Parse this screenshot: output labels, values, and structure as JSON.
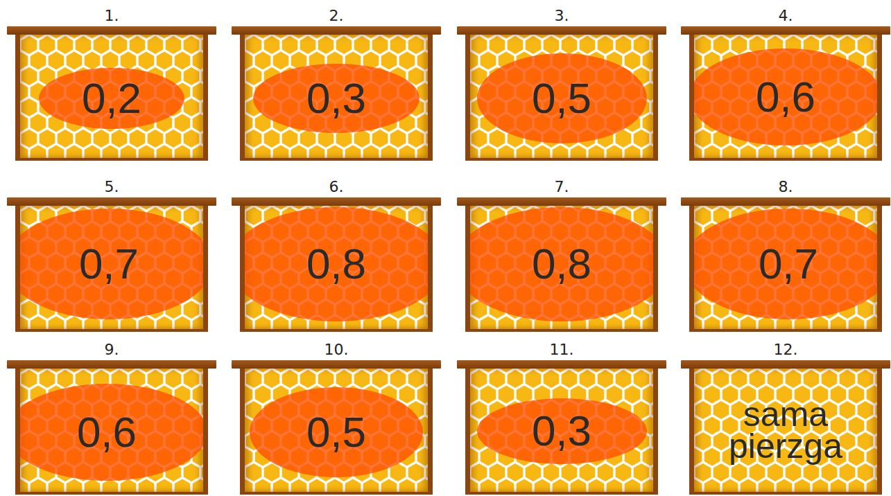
{
  "diagram": {
    "nodes": [
      {
        "text": [
          "1."
        ]
      },
      {
        "text": [
          "0,2"
        ],
        "in": 0
      },
      {
        "text": [
          "2."
        ]
      },
      {
        "text": [
          "0,3"
        ],
        "in": 2
      },
      {
        "text": [
          "3."
        ]
      },
      {
        "text": [
          "0,5"
        ],
        "in": 4
      },
      {
        "text": [
          "4."
        ]
      },
      {
        "text": [
          "0,6"
        ],
        "in": 6
      },
      {
        "text": [
          "5."
        ]
      },
      {
        "text": [
          "0,7"
        ],
        "in": 8
      },
      {
        "text": [
          "6."
        ]
      },
      {
        "text": [
          "0,8"
        ],
        "in": 10
      },
      {
        "text": [
          "7."
        ]
      },
      {
        "text": [
          "0,8"
        ],
        "in": 12
      },
      {
        "text": [
          "8."
        ]
      },
      {
        "text": [
          "0,7"
        ],
        "in": 14
      },
      {
        "text": [
          "9."
        ]
      },
      {
        "text": [
          "0,6"
        ],
        "in": 16
      },
      {
        "text": [
          "10."
        ]
      },
      {
        "text": [
          "0,5"
        ],
        "in": 18
      },
      {
        "text": [
          "11."
        ]
      },
      {
        "text": [
          "0,3"
        ],
        "in": 20
      },
      {
        "text": [
          "12.",
          "sama pierzga"
        ]
      }
    ]
  }
}
